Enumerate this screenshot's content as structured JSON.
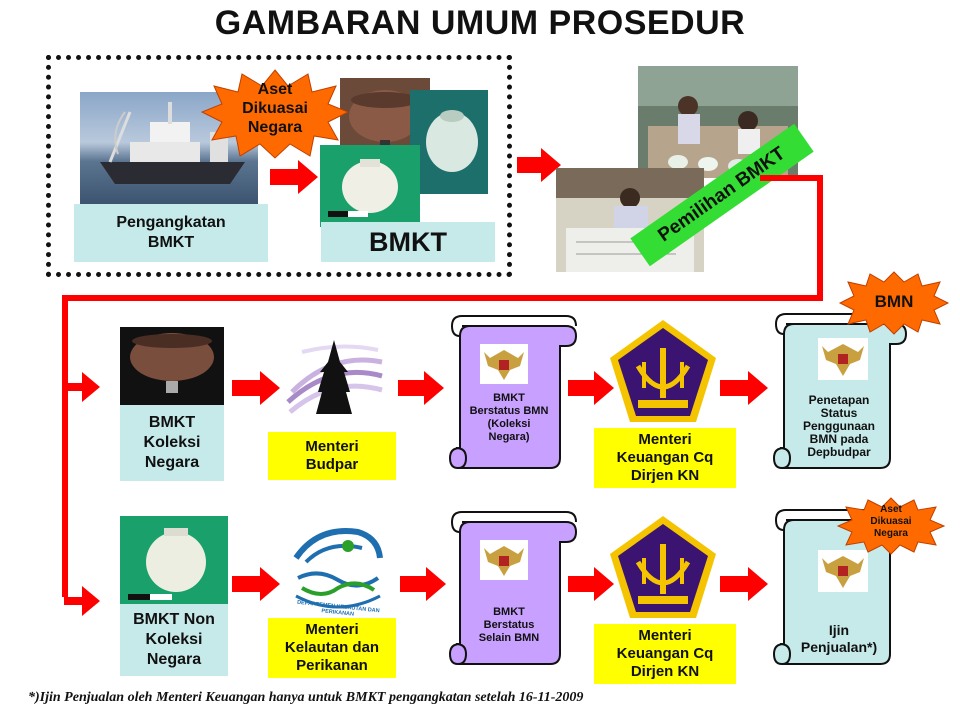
{
  "title": "GAMBARAN UMUM PROSEDUR",
  "top": {
    "aset_star": [
      "Aset",
      "Dikuasai",
      "Negara"
    ],
    "pengangkatan_label": [
      "Pengangkatan",
      "BMKT"
    ],
    "bmkt_label": "BMKT",
    "pemilihan_label": "Pemilihan BMKT"
  },
  "row1": {
    "item_label": [
      "BMKT",
      "Koleksi",
      "Negara"
    ],
    "menteri_label": [
      "Menteri",
      "Budpar"
    ],
    "scroll_text": [
      "BMKT",
      "Berstatus BMN",
      "(Koleksi",
      "Negara)"
    ],
    "keuangan_label": [
      "Menteri",
      "Keuangan Cq",
      "Dirjen KN"
    ],
    "bmn_star": "BMN",
    "final_scroll_text": [
      "Penetapan",
      "Status",
      "Penggunaan",
      "BMN pada",
      "Depbudpar"
    ]
  },
  "row2": {
    "item_label": [
      "BMKT Non",
      "Koleksi",
      "Negara"
    ],
    "menteri_label": [
      "Menteri",
      "Kelautan dan",
      "Perikanan"
    ],
    "kkp_logo_text": "DEPARTEMEN KELAUTAN DAN PERIKANAN",
    "scroll_text": [
      "BMKT",
      "Berstatus",
      "Selain BMN"
    ],
    "keuangan_label": [
      "Menteri",
      "Keuangan Cq",
      "Dirjen KN"
    ],
    "aset_star": [
      "Aset",
      "Dikuasai",
      "Negara"
    ],
    "final_scroll_text": [
      "Ijin",
      "Penjualan*)"
    ]
  },
  "footnote": "*)Ijin Penjualan oleh Menteri Keuangan hanya untuk BMKT pengangkatan setelah 16-11-2009",
  "colors": {
    "arrow_red": "#ff0000",
    "label_teal": "#c6e9ea",
    "label_yellow": "#ffff00",
    "scroll_purple": "#c8a0ff",
    "scroll_teal": "#c6e9ea",
    "star_orange": "#ff6a00",
    "pemilihan_green": "#33dd33",
    "kemenkeu_purple": "#3b1370",
    "kemenkeu_gold": "#f5c400"
  }
}
